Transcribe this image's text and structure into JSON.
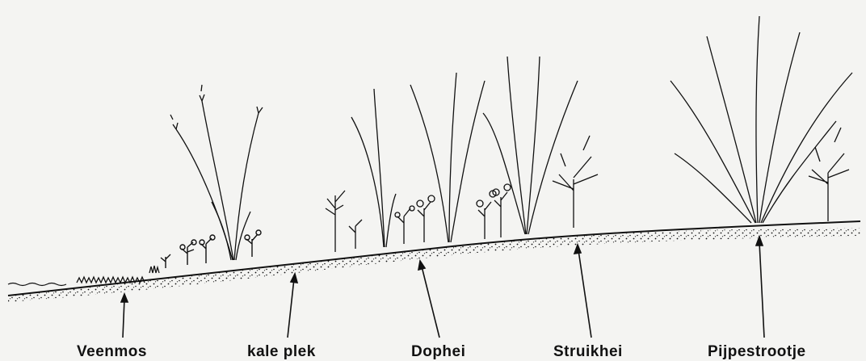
{
  "figure": {
    "labels": [
      "Veenmos",
      "kale plek",
      "Dophei",
      "Struikhei",
      "Pijpestrootje"
    ]
  },
  "colors": {
    "ink": "#111111",
    "paper": "#f4f4f2"
  }
}
